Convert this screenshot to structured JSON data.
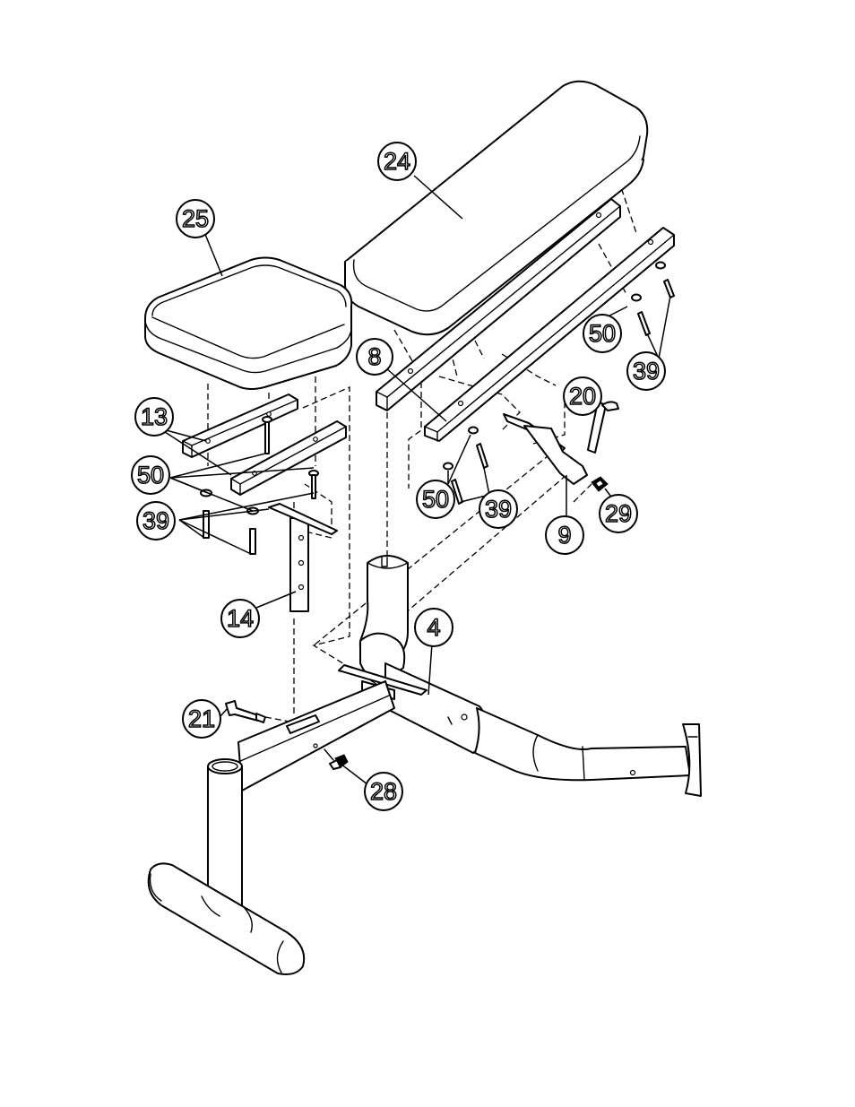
{
  "callouts": {
    "c24": "24",
    "c25": "25",
    "c8": "8",
    "c50_right": "50",
    "c39_right": "39",
    "c20": "20",
    "c13": "13",
    "c50_left": "50",
    "c39_left": "39",
    "c50_mid": "50",
    "c39_mid": "39",
    "c29": "29",
    "c9": "9",
    "c14": "14",
    "c4": "4",
    "c21": "21",
    "c28": "28"
  }
}
